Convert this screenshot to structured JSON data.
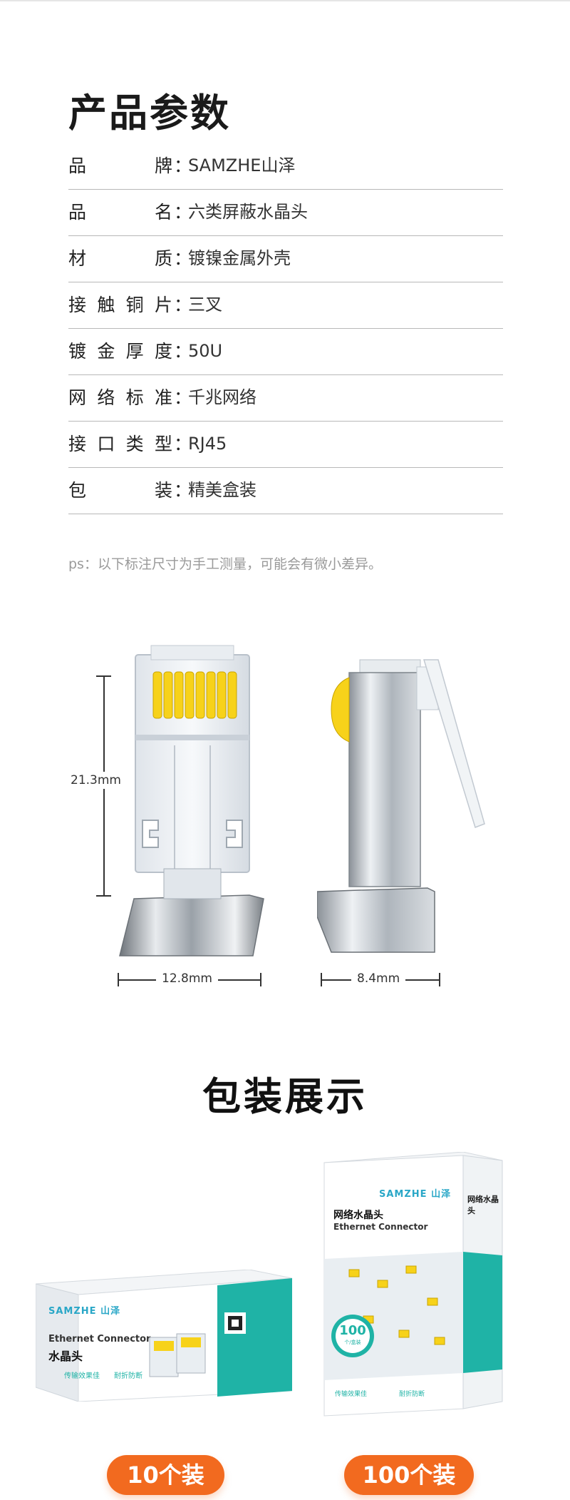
{
  "section1_title": "产品参数",
  "specs": [
    {
      "chars": [
        "品",
        "牌"
      ],
      "colon": "：",
      "value": "SAMZHE山泽"
    },
    {
      "chars": [
        "品",
        "名"
      ],
      "colon": "：",
      "value": "六类屏蔽水晶头"
    },
    {
      "chars": [
        "材",
        "质"
      ],
      "colon": "：",
      "value": "镀镍金属外壳"
    },
    {
      "chars": [
        "接",
        "触",
        "铜",
        "片"
      ],
      "colon": "：",
      "value": "三叉"
    },
    {
      "chars": [
        "镀",
        "金",
        "厚",
        "度"
      ],
      "colon": "：",
      "value": "50U"
    },
    {
      "chars": [
        "网",
        "络",
        "标",
        "准"
      ],
      "colon": "：",
      "value": "千兆网络"
    },
    {
      "chars": [
        "接",
        "口",
        "类",
        "型"
      ],
      "colon": "：",
      "value": "RJ45"
    },
    {
      "chars": [
        "包",
        "装"
      ],
      "colon": "：",
      "value": "精美盒装"
    }
  ],
  "ps_note": "ps：以下标注尺寸为手工测量，可能会有微小差异。",
  "dimensions": {
    "height": "21.3mm",
    "width": "12.8mm",
    "depth": "8.4mm"
  },
  "section2_title": "包装展示",
  "box_small": {
    "brand": "SAMZHE 山泽",
    "en": "Ethernet Connector",
    "cn": "水晶头",
    "feat1": "传输效果佳",
    "feat2": "耐折防断"
  },
  "box_large": {
    "brand": "SAMZHE 山泽",
    "cn": "网络水晶头",
    "en": "Ethernet Connector",
    "side": "网络水晶头",
    "count": "100",
    "count_sub": "个/盒装",
    "feat1": "传输效果佳",
    "feat2": "耐折防断"
  },
  "labels": {
    "small": "10个装",
    "large": "100个装"
  },
  "colors": {
    "accent": "#f26a1f",
    "teal": "#1fb3a6",
    "brand_blue": "#2a6fb8"
  }
}
